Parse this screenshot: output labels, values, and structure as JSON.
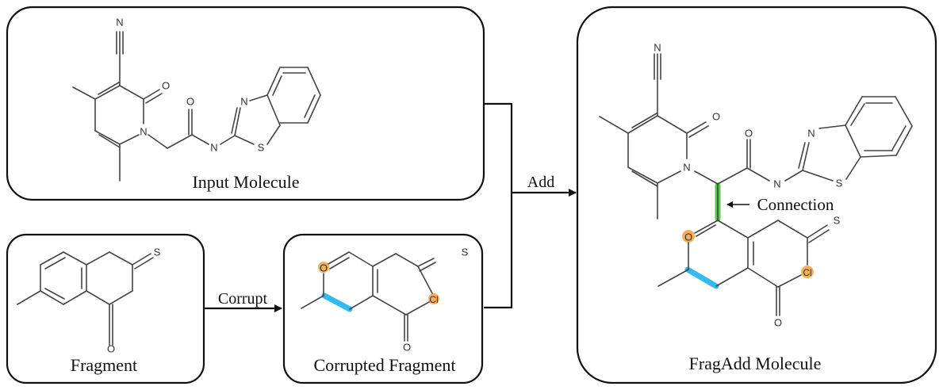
{
  "boxes": {
    "input": {
      "caption": "Input Molecule"
    },
    "fragment": {
      "caption": "Fragment"
    },
    "corrupted": {
      "caption": "Corrupted Fragment"
    },
    "result": {
      "caption": "FragAdd Molecule"
    }
  },
  "edges": {
    "corrupt": {
      "label": "Corrupt"
    },
    "add": {
      "label": "Add"
    },
    "connection": {
      "label": "Connection"
    }
  },
  "atoms": {
    "N": "N",
    "O": "O",
    "S": "S",
    "Cl": "Cl"
  },
  "colors": {
    "corrupted_bond": "#33bbee",
    "corrupted_atom": "#f7ae5a",
    "connection_bond": "#55cc44"
  }
}
